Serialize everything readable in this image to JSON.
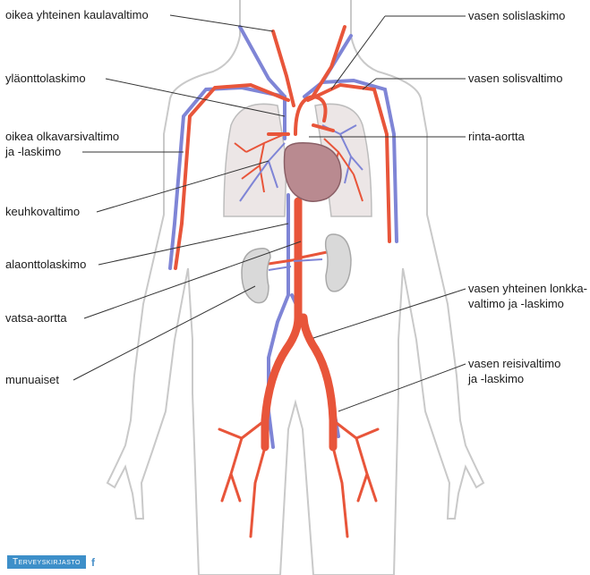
{
  "labels": {
    "oikea_yhteinen_kaulavaltimo": "oikea yhteinen kaulavaltimo",
    "ylaonttolaskimo": "yläonttolaskimo",
    "oikea_olkavarsivaltimo_1": "oikea olkavarsivaltimo",
    "oikea_olkavarsivaltimo_2": "ja -laskimo",
    "keuhkovaltimo": "keuhkovaltimo",
    "alaonttolaskimo": "alaonttolaskimo",
    "vatsa_aortta": "vatsa-aortta",
    "munuaiset": "munuaiset",
    "vasen_solislaskimo": "vasen solislaskimo",
    "vasen_solisvaltimo": "vasen solisvaltimo",
    "rinta_aortta": "rinta-aortta",
    "vasen_yhteinen_lonkka_1": "vasen yhteinen lonkka-",
    "vasen_yhteinen_lonkka_2": "valtimo ja -laskimo",
    "vasen_reisivaltimo_1": "vasen reisivaltimo",
    "vasen_reisivaltimo_2": "ja -laskimo"
  },
  "brand": {
    "name": "Terveyskirjasto",
    "icon": "facebook-icon"
  },
  "colors": {
    "artery": "#e8553a",
    "vein": "#7f85d6",
    "body_outline": "#c9c9c9",
    "body_fill": "#ffffff",
    "lung_fill": "#ece6e6",
    "heart_fill": "#b98a90",
    "kidney_fill": "#d9d9d9",
    "leader_line": "#333333"
  }
}
